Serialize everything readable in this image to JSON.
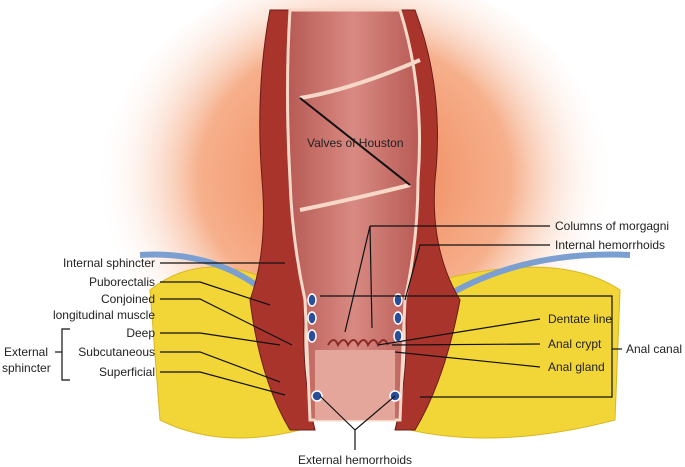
{
  "labels": {
    "valves_of_houston": "Valves of Houston",
    "columns_of_morgagni": "Columns of morgagni",
    "internal_hemorrhoids": "Internal hemorrhoids",
    "internal_sphincter": "Internal sphincter",
    "puborectalis": "Puborectalis",
    "conjoined_1": "Conjoined",
    "conjoined_2": "longitudinal muscle",
    "deep": "Deep",
    "external_sphincter_1": "External",
    "external_sphincter_2": "sphincter",
    "subcutaneous": "Subcutaneous",
    "superficial": "Superficial",
    "dentate_line": "Dentate line",
    "anal_crypt": "Anal crypt",
    "anal_gland": "Anal gland",
    "anal_canal": "Anal canal",
    "external_hemorrhoids": "External hemorrhoids"
  },
  "colors": {
    "muscle": "#a8342c",
    "mucosa": "#c9706a",
    "fat": "#f2d638",
    "glow": "#f08a5a",
    "vessel": "#2a4f9a",
    "line": "#111111"
  }
}
